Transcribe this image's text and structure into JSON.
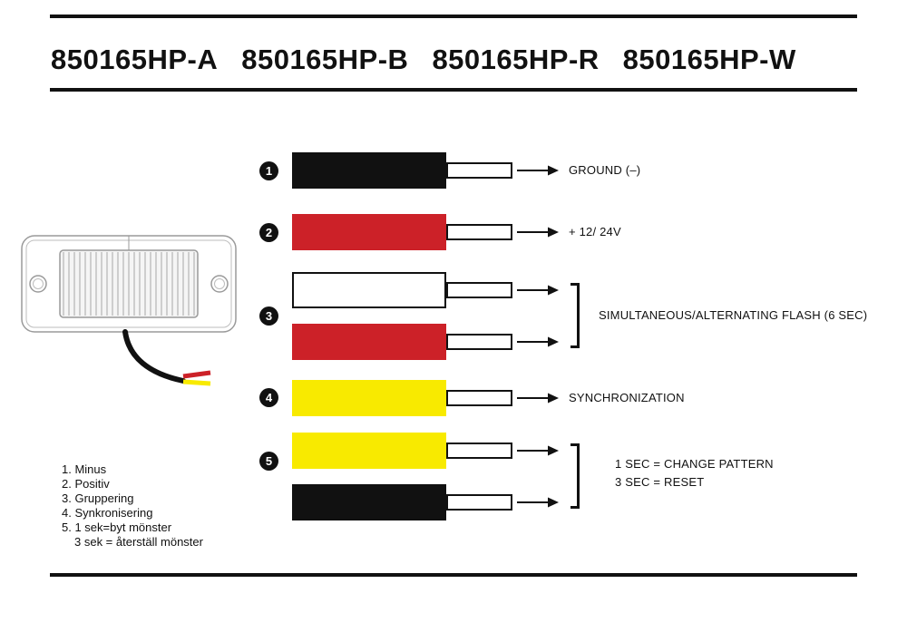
{
  "title": {
    "models": [
      "850165HP-A",
      "850165HP-B",
      "850165HP-R",
      "850165HP-W"
    ]
  },
  "wires": {
    "w1": {
      "num": "1",
      "color": "black",
      "color_hex": "#111111",
      "label": "GROUND (–)"
    },
    "w2": {
      "num": "2",
      "color": "red",
      "color_hex": "#cc2128",
      "label": "+ 12/ 24V"
    },
    "g3": {
      "num": "3",
      "colors": "white + red",
      "label": "SIMULTANEOUS/ALTERNATING FLASH (6 SEC)"
    },
    "w4": {
      "num": "4",
      "color": "yellow",
      "color_hex": "#f8ea00",
      "label": "SYNCHRONIZATION"
    },
    "g5": {
      "num": "5",
      "colors": "yellow + black",
      "label_line1": "1 SEC = CHANGE PATTERN",
      "label_line2": "3 SEC = RESET"
    }
  },
  "legend": {
    "lines": [
      "1. Minus",
      "2. Positiv",
      "3. Gruppering",
      "4. Synkronisering",
      "5. 1 sek=byt mönster",
      "3 sek = återställ mönster"
    ]
  },
  "colors": {
    "black": "#111111",
    "red": "#cc2128",
    "yellow": "#f8ea00",
    "white": "#ffffff"
  }
}
